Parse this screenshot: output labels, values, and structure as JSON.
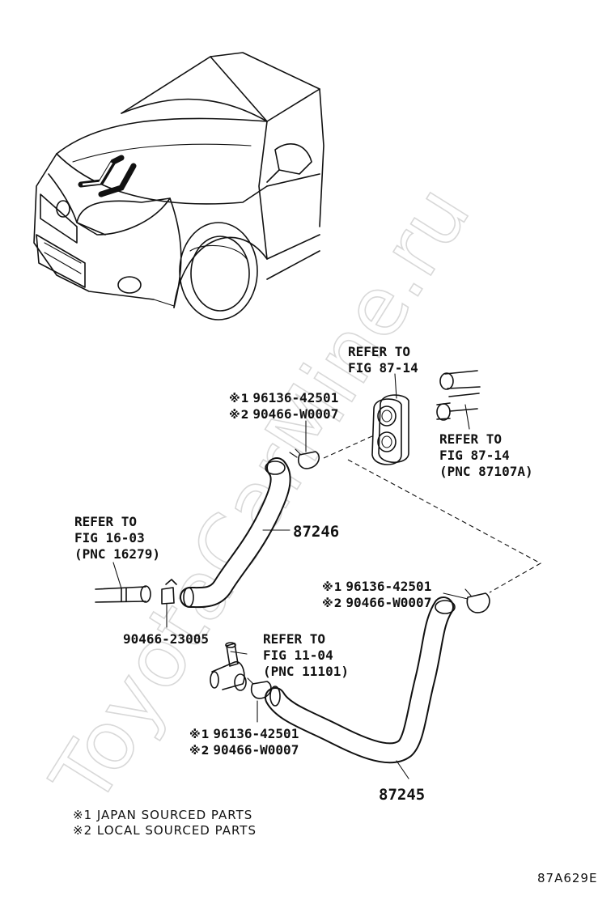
{
  "watermark": "ToyotaCarMine.ru",
  "callouts": {
    "refer_fig8714_top": {
      "line1": "REFER TO",
      "line2": "FIG 87-14"
    },
    "refer_fig8714_pipes": {
      "line1": "REFER TO",
      "line2": "FIG 87-14",
      "line3": "(PNC 87107A)"
    },
    "refer_fig1603": {
      "line1": "REFER TO",
      "line2": "FIG 16-03",
      "line3": "(PNC 16279)"
    },
    "refer_fig1104": {
      "line1": "REFER TO",
      "line2": "FIG 11-04",
      "line3": "(PNC 11101)"
    }
  },
  "parts": {
    "hose_upper": "87246",
    "hose_lower": "87245",
    "clamp_left": "90466-23005",
    "clamp_grommet": {
      "mark1": "※1",
      "pn1": "96136-42501",
      "mark2": "※2",
      "pn2": "90466-W0007"
    },
    "clamp_middle": {
      "mark1": "※1",
      "pn1": "96136-42501",
      "mark2": "※2",
      "pn2": "90466-W0007"
    },
    "clamp_bottom": {
      "mark1": "※1",
      "pn1": "96136-42501",
      "mark2": "※2",
      "pn2": "90466-W0007"
    }
  },
  "legend": {
    "line1": "※1 JAPAN SOURCED PARTS",
    "line2": "※2 LOCAL SOURCED PARTS"
  },
  "figure_code": "87A629E"
}
